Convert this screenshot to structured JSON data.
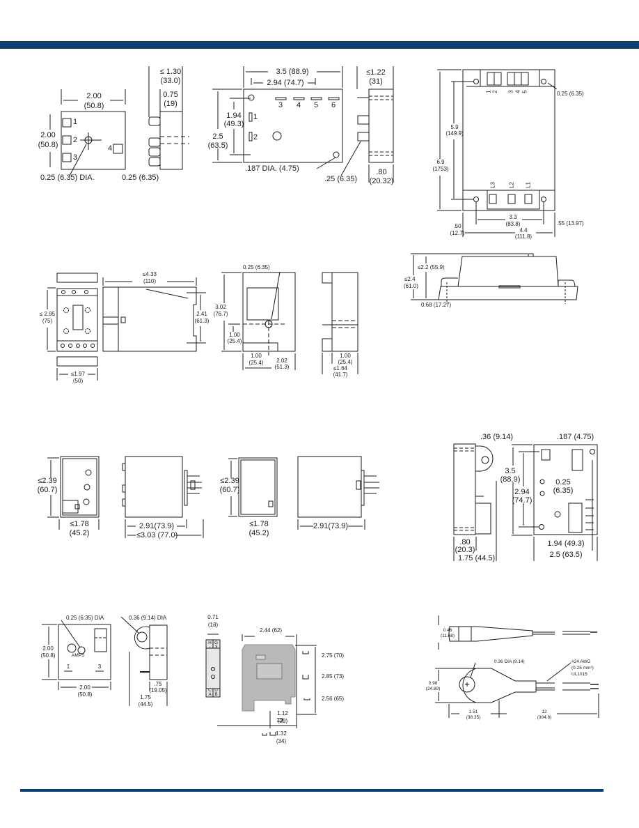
{
  "colors": {
    "brand": "#0f4074",
    "line": "#1a1a1a",
    "fill_gray": "#b9b9b9"
  },
  "drawing1": {
    "width": "2.00",
    "width_mm": "(50.8)",
    "height": "2.00",
    "height_mm": "(50.8)",
    "pins": [
      "1",
      "2",
      "3",
      "4"
    ],
    "hole": "0.25 (6.35) DIA."
  },
  "drawing2": {
    "depth": "≤ 1.30",
    "depth_mm": "(33.0)",
    "body": "0.75",
    "body_mm": "(19)",
    "pin": "0.25 (6.35)"
  },
  "drawing3": {
    "width": "3.5 (88.9)",
    "hole_spacing": "2.94 (74.7)",
    "vspacing": "1.94",
    "vspacing_mm": "(49.3)",
    "height": "2.5",
    "height_mm": "(63.5)",
    "terminals": [
      "3",
      "4",
      "5",
      "6"
    ],
    "left_terminals": [
      "1",
      "2"
    ],
    "hole": ".187 DIA. (4.75)"
  },
  "drawing3_side": {
    "depth": "≤1.22",
    "depth_mm": "(31)",
    "terminal": ".25 (6.35)",
    "base": ".80",
    "base_mm": "(20.32)"
  },
  "drawing4": {
    "hole": "0.25 (6.35)",
    "inner": "5.9",
    "inner_mm": "(149.9)",
    "height": "6.9",
    "height_mm": "(1753)",
    "spacing": "3.3",
    "spacing_mm": "(83.8)",
    "width": "4.4",
    "width_mm": "(111.8)",
    "left_off": ".50",
    "left_off_mm": "(12.7)",
    "right_off": ".55 (13.97)",
    "top_terminals": [
      "1",
      "2",
      "3",
      "4",
      "5"
    ],
    "bottom_terminals": [
      "L3",
      "L2",
      "L1"
    ]
  },
  "drawing5": {
    "height": "≤ 2.95",
    "height_mm": "(75)",
    "width": "≤1.97",
    "width_mm": "(50)"
  },
  "drawing6": {
    "depth": "≤4.33",
    "depth_mm": "(110)",
    "rail": "2.41",
    "rail_mm": "(61.3)"
  },
  "drawing7": {
    "hole": "0.25 (6.35)",
    "height": "3.02",
    "height_mm": "(76.7)",
    "hole_y": "1.00",
    "hole_y_mm": "(25.4)",
    "hole_x": "1.00",
    "hole_x_mm": "(25.4)",
    "width": "2.02",
    "width_mm": "(51.3)"
  },
  "drawing8": {
    "base": "1.00",
    "base_mm": "(25.4)",
    "depth": "≤1.64",
    "depth_mm": "(41.7)"
  },
  "drawing9": {
    "body": "≤2.2 (55.9)",
    "total": "≤2.4",
    "total_mm": "(61.0)",
    "flange": "0.68 (17.27)"
  },
  "drawing10": {
    "height": "≤2.39",
    "height_mm": "(60.7)",
    "width": "≤1.78",
    "width_mm": "(45.2)"
  },
  "drawing11": {
    "body": "2.91(73.9)",
    "total": "≤3.03 (77.0)"
  },
  "drawing12": {
    "height": "≤2.39",
    "height_mm": "(60.7)",
    "width": "≤1.78",
    "width_mm": "(45.2)"
  },
  "drawing13": {
    "body": "2.91(73.9)"
  },
  "drawing14": {
    "hole": ".36 (9.14)",
    "base": ".80",
    "base_mm": "(20.3)",
    "depth": "1.75 (44.5)",
    "mount_hole": ".187 (4.75)",
    "height": "3.5",
    "height_mm": "(88.9)",
    "spacing": "2.94",
    "spacing_mm": "(74.7)",
    "terminal": "0.25",
    "terminal_mm": "(6.35)",
    "hspacing": "1.94 (49.3)",
    "width": "2.5 (63.5)"
  },
  "drawing15": {
    "hole": "0.25 (6.35) DIA",
    "height": "2.00",
    "height_mm": "(50.8)",
    "width": "2.00",
    "width_mm": "(50.8)",
    "terminals": [
      "1",
      "3"
    ],
    "dial": "AMPS"
  },
  "drawing16": {
    "hole": "0.36 (9.14) DIA",
    "base": ".75",
    "base_mm": "(19.05)",
    "depth": "1.75",
    "depth_mm": "(44.5)"
  },
  "drawing17": {
    "width": "0.71",
    "width_mm": "(18)",
    "terminals_top": [
      "H",
      "G",
      "-",
      "3"
    ],
    "terminals_bottom": [
      "C",
      "D",
      "A",
      "B"
    ]
  },
  "drawing18": {
    "width": "2.44 (62)",
    "h1": "2.75 (70)",
    "h2": "2.85 (73)",
    "h3": "2.56 (65)",
    "rail1": "1.12",
    "rail1_mm": "(29)",
    "rail2": "1.32",
    "rail2_mm": "(34)"
  },
  "drawing19": {
    "diameter": "0.46",
    "diameter_mm": "(11.68)",
    "hole": "0.36 DIA (9.14)",
    "wire": "#24 AWG",
    "wire_area": "(0.25 mm²)",
    "wire_std": "UL1015",
    "lug": "0.98",
    "lug_mm": "(24.89)",
    "lug_len": "1.51",
    "lug_len_mm": "(38.35)",
    "lead": "12",
    "lead_mm": "(304.8)"
  }
}
